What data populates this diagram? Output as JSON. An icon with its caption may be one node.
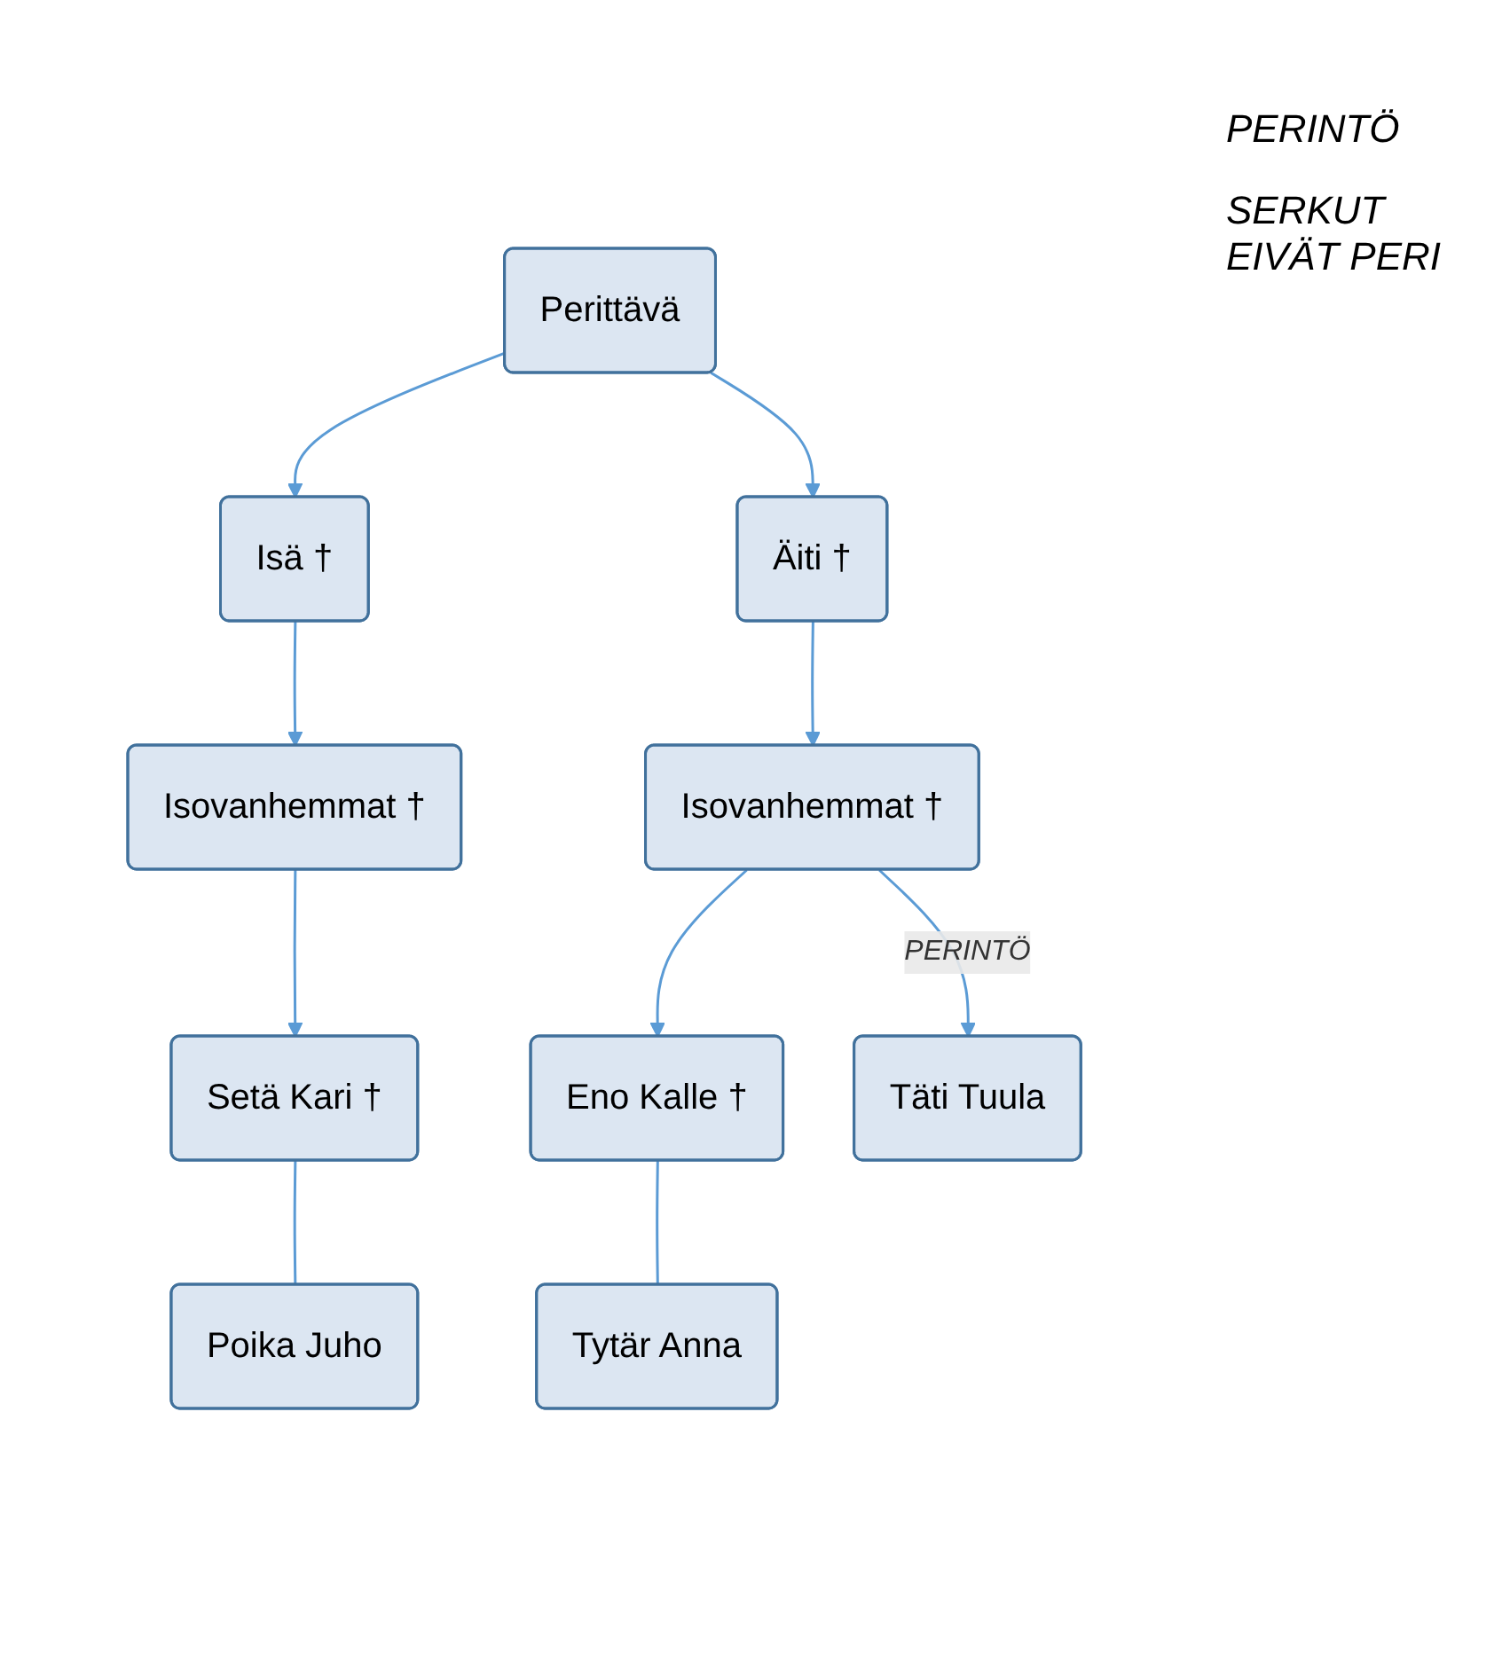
{
  "diagram": {
    "nodes": [
      {
        "text": [
          "Perittävä"
        ]
      },
      {
        "text": [
          "Isä †"
        ]
      },
      {
        "text": [
          "Äiti †"
        ]
      },
      {
        "text": [
          "Isovanhemmat †"
        ]
      },
      {
        "text": [
          "Isovanhemmat †"
        ]
      },
      {
        "text": [
          "Setä Kari †"
        ]
      },
      {
        "text": [
          "Eno Kalle †"
        ]
      },
      {
        "text": [
          "Täti Tuula"
        ]
      },
      {
        "text": [
          "Poika Juho"
        ]
      },
      {
        "text": [
          "Tytär Anna"
        ]
      }
    ],
    "edges": [
      {
        "from": 0,
        "to": 1,
        "arrow": "to"
      },
      {
        "from": 0,
        "to": 2,
        "arrow": "to"
      },
      {
        "from": 1,
        "to": 3,
        "arrow": "to"
      },
      {
        "from": 2,
        "to": 4,
        "arrow": "to"
      },
      {
        "from": 3,
        "to": 5,
        "arrow": "to"
      },
      {
        "from": 4,
        "to": 6,
        "arrow": "to"
      },
      {
        "from": 4,
        "to": 7,
        "arrow": "to",
        "label": "PERINTÖ"
      },
      {
        "from": 5,
        "to": 8,
        "arrow": "none"
      },
      {
        "from": 6,
        "to": 9,
        "arrow": "none"
      }
    ],
    "labels": [
      "PERINTÖ",
      "SERKUT EIVÄT PERI"
    ]
  }
}
